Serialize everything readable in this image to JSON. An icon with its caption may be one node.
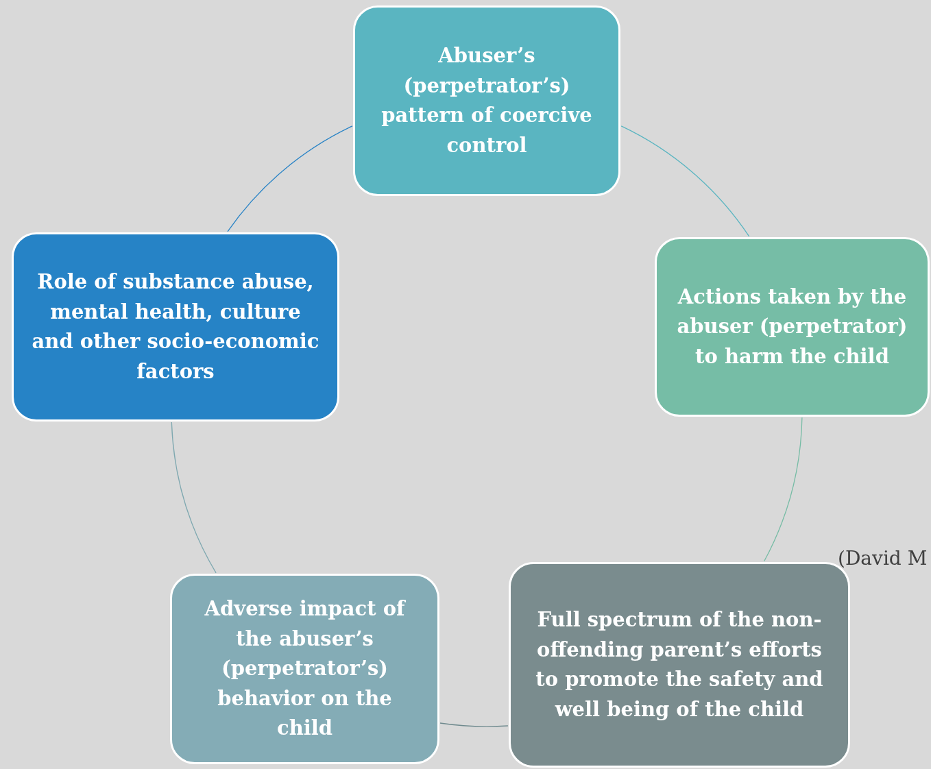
{
  "diagram": {
    "nodes": [
      {
        "text": [
          "Abuser’s (perpetrator’s) pattern of coercive control"
        ]
      },
      {
        "text": [
          "Role of substance abuse, mental health, culture and other socio-economic factors"
        ]
      },
      {
        "text": [
          "Actions taken by the abuser (perpetrator) to harm the child"
        ]
      },
      {
        "text": [
          "Adverse impact of the abuser’s (perpetrator’s) behavior on the child"
        ]
      },
      {
        "text": [
          "Full spectrum of the non-offending parent’s efforts to promote the safety and well being of the child"
        ]
      }
    ],
    "edges": [
      {
        "from": 0,
        "to": 2,
        "arrow": "none",
        "color": "#5ab5c1"
      },
      {
        "from": 2,
        "to": 4,
        "arrow": "none",
        "color": "#76bca5"
      },
      {
        "from": 4,
        "to": 3,
        "arrow": "none",
        "color": "#6f8a8e"
      },
      {
        "from": 3,
        "to": 1,
        "arrow": "none",
        "color": "#7fa8b0"
      },
      {
        "from": 1,
        "to": 0,
        "arrow": "none",
        "color": "#2a84c6"
      }
    ],
    "labels": [
      "(David M"
    ]
  }
}
